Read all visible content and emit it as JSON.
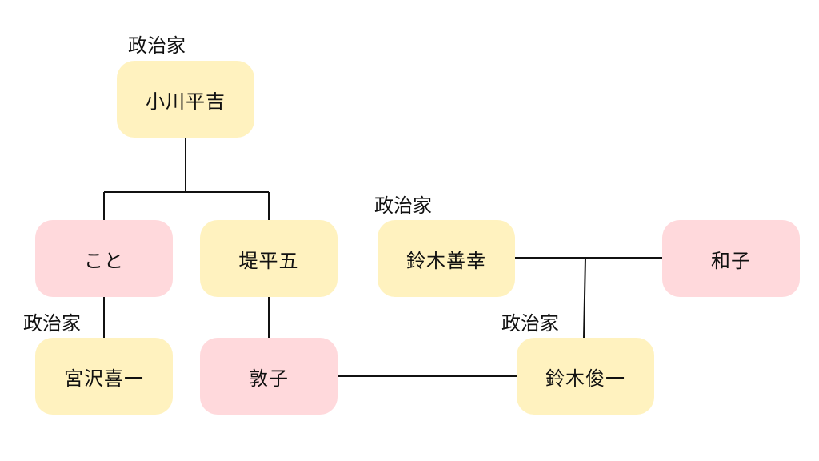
{
  "colors": {
    "yellow_box": "#fff2bf",
    "pink_box": "#ffd9dc",
    "line": "#111111"
  },
  "nodes": {
    "ogawa_heikichi": {
      "name": "小川平吉",
      "color": "yellow"
    },
    "koto": {
      "name": "こと",
      "color": "pink"
    },
    "tsutsumi_heigo": {
      "name": "堤平五",
      "color": "yellow"
    },
    "suzuki_yoshiyuki": {
      "name": "鈴木善幸",
      "color": "yellow"
    },
    "kazuko": {
      "name": "和子",
      "color": "pink"
    },
    "miyazawa_kiichi": {
      "name": "宮沢喜一",
      "color": "yellow"
    },
    "atsuko": {
      "name": "敦子",
      "color": "pink"
    },
    "suzuki_shunichi": {
      "name": "鈴木俊一",
      "color": "yellow"
    }
  },
  "roles": {
    "ogawa_heikichi": "政治家",
    "suzuki_yoshiyuki": "政治家",
    "miyazawa_kiichi": "政治家",
    "suzuki_shunichi": "政治家"
  },
  "relationships": [
    {
      "type": "parent-child",
      "parent": "ogawa_heikichi",
      "children": [
        "koto",
        "tsutsumi_heigo"
      ]
    },
    {
      "type": "parent-child",
      "parent": "koto",
      "children": [
        "miyazawa_kiichi"
      ]
    },
    {
      "type": "parent-child",
      "parent": "tsutsumi_heigo",
      "children": [
        "atsuko"
      ]
    },
    {
      "type": "marriage",
      "between": [
        "suzuki_yoshiyuki",
        "kazuko"
      ]
    },
    {
      "type": "parent-child",
      "parent": "suzuki_yoshiyuki+kazuko",
      "children": [
        "suzuki_shunichi"
      ]
    },
    {
      "type": "marriage",
      "between": [
        "atsuko",
        "suzuki_shunichi"
      ]
    }
  ]
}
